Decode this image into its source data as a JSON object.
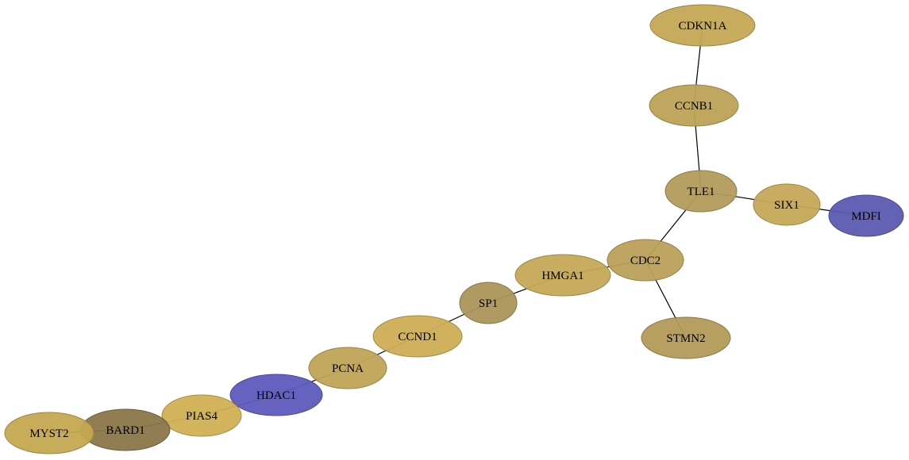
{
  "graph": {
    "nodes": [
      {
        "id": "CDKN1A",
        "label": "CDKN1A",
        "color": "#c4a854"
      },
      {
        "id": "CCNB1",
        "label": "CCNB1",
        "color": "#bca257"
      },
      {
        "id": "TLE1",
        "label": "TLE1",
        "color": "#b29b5b"
      },
      {
        "id": "SIX1",
        "label": "SIX1",
        "color": "#c5a857"
      },
      {
        "id": "MDFI",
        "label": "MDFI",
        "color": "#5b5ab0"
      },
      {
        "id": "CDC2",
        "label": "CDC2",
        "color": "#bba059"
      },
      {
        "id": "STMN2",
        "label": "STMN2",
        "color": "#b29a58"
      },
      {
        "id": "HMGA1",
        "label": "HMGA1",
        "color": "#c5a957"
      },
      {
        "id": "SP1",
        "label": "SP1",
        "color": "#ab955a"
      },
      {
        "id": "CCND1",
        "label": "CCND1",
        "color": "#cdad54"
      },
      {
        "id": "PCNA",
        "label": "PCNA",
        "color": "#c0a356"
      },
      {
        "id": "HDAC1",
        "label": "HDAC1",
        "color": "#5e5abd"
      },
      {
        "id": "PIAS4",
        "label": "PIAS4",
        "color": "#cfb052"
      },
      {
        "id": "BARD1",
        "label": "BARD1",
        "color": "#8a7749"
      },
      {
        "id": "MYST2",
        "label": "MYST2",
        "color": "#c4a851"
      }
    ],
    "edges": [
      [
        "CDKN1A",
        "CCNB1"
      ],
      [
        "CCNB1",
        "TLE1"
      ],
      [
        "TLE1",
        "SIX1"
      ],
      [
        "SIX1",
        "MDFI"
      ],
      [
        "TLE1",
        "CDC2"
      ],
      [
        "CDC2",
        "STMN2"
      ],
      [
        "CDC2",
        "HMGA1"
      ],
      [
        "HMGA1",
        "SP1"
      ],
      [
        "SP1",
        "CCND1"
      ],
      [
        "CCND1",
        "PCNA"
      ],
      [
        "PCNA",
        "HDAC1"
      ],
      [
        "HDAC1",
        "PIAS4"
      ],
      [
        "PIAS4",
        "BARD1"
      ],
      [
        "BARD1",
        "MYST2"
      ]
    ]
  }
}
